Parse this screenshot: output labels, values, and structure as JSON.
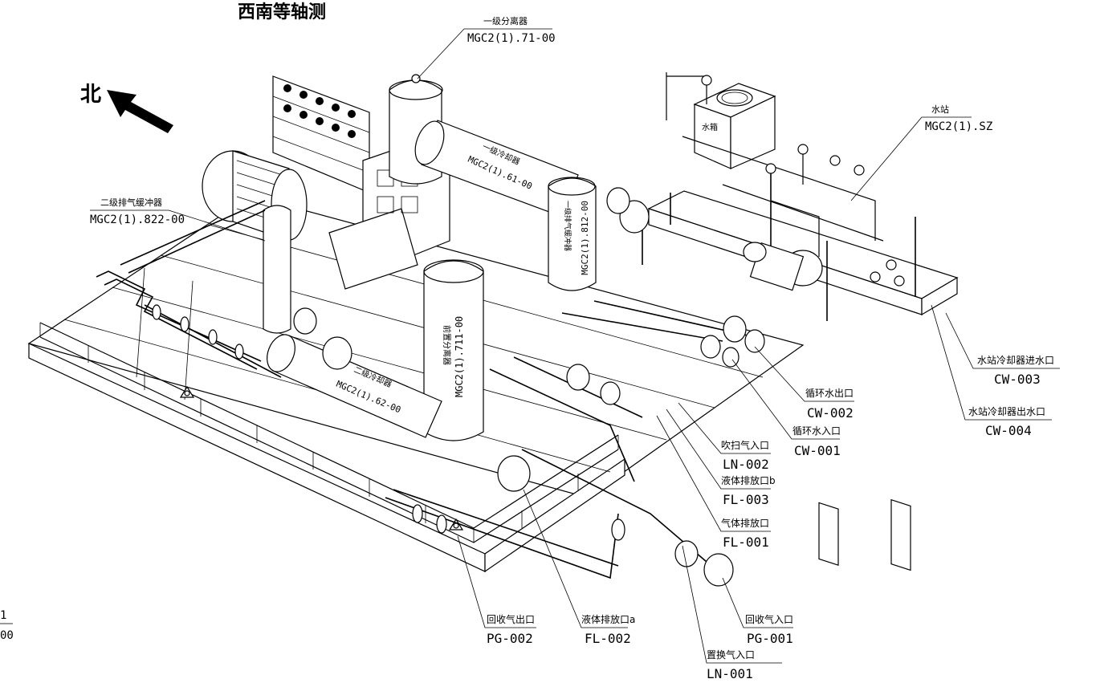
{
  "title": "西南等轴测",
  "north": {
    "label": "北"
  },
  "labels": {
    "separator1": {
      "name": "一级分离器",
      "code": "MGC2(1).71-00"
    },
    "waterStation": {
      "name": "水站",
      "code": "MGC2(1).SZ"
    },
    "buffer2": {
      "name": "二级排气缓冲器",
      "code": "MGC2(1).822-00"
    },
    "cwOut": {
      "name": "循环水出口",
      "code": "CW-002"
    },
    "cwIn": {
      "name": "循环水入口",
      "code": "CW-001"
    },
    "wsCoolerIn": {
      "name": "水站冷却器进水口",
      "code": "CW-003"
    },
    "wsCoolerOut": {
      "name": "水站冷却器出水口",
      "code": "CW-004"
    },
    "purgeIn": {
      "name": "吹扫气入口",
      "code": "LN-002"
    },
    "liqDrainB": {
      "name": "液体排放口b",
      "code": "FL-003"
    },
    "gasDrain": {
      "name": "气体排放口",
      "code": "FL-001"
    },
    "recycleOut": {
      "name": "回收气出口",
      "code": "PG-002"
    },
    "liqDrainA": {
      "name": "液体排放口a",
      "code": "FL-002"
    },
    "recycleIn": {
      "name": "回收气入口",
      "code": "PG-001"
    },
    "replaceIn": {
      "name": "置换气入口",
      "code": "LN-001"
    }
  },
  "vessel_texts": {
    "cooler1": {
      "name": "一级冷却器",
      "code": "MGC2(1).61-00"
    },
    "buffer1": {
      "name": "一级排气缓冲器",
      "code": "MGC2(1).812-00"
    },
    "frontSep": {
      "name": "前置分离器",
      "code": "MGC2(1).711-00"
    },
    "cooler2": {
      "name": "二级冷却器",
      "code": "MGC2(1).62-00"
    },
    "tank": {
      "name": "水箱"
    }
  },
  "edge_fragment": {
    "line1": "1",
    "line2": "00"
  }
}
